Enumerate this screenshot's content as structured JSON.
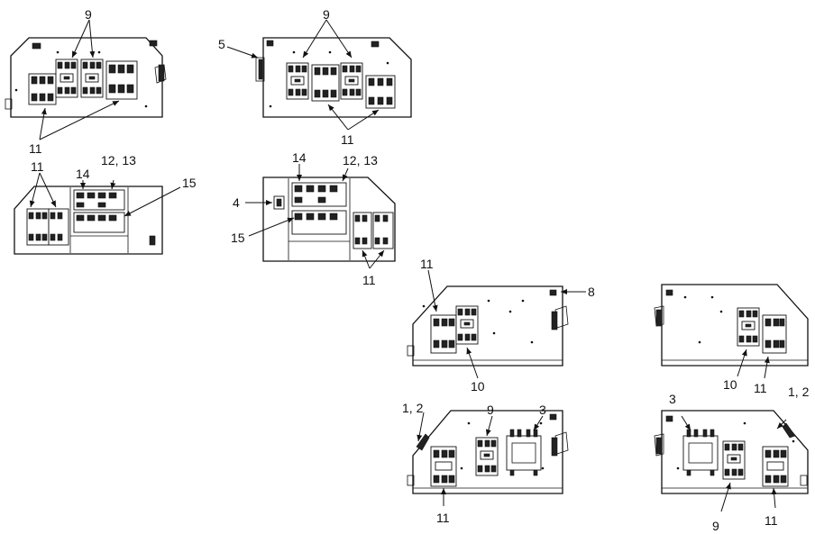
{
  "callouts": {
    "p1_top": "9",
    "p1_bottom": "11",
    "p2_top": "9",
    "p2_left": "5",
    "p2_bottom": "11",
    "p3_left": "11",
    "p3_top_a": "14",
    "p3_top_b": "12, 13",
    "p3_right": "15",
    "p4_top_a": "14",
    "p4_top_b": "12, 13",
    "p4_left_a": "4",
    "p4_left_b": "15",
    "p4_bottom": "11",
    "p5_top": "11",
    "p5_right": "8",
    "p5_bottom": "10",
    "p6_bottom_a": "10",
    "p6_bottom_b": "11",
    "p7_left": "1, 2",
    "p7_top_a": "9",
    "p7_top_b": "3",
    "p7_bottom": "11",
    "p8_top_a": "3",
    "p8_top_b": "1, 2",
    "p8_bottom_a": "9",
    "p8_bottom_b": "11"
  },
  "colors": {
    "line": "#111111",
    "background": "#ffffff"
  }
}
